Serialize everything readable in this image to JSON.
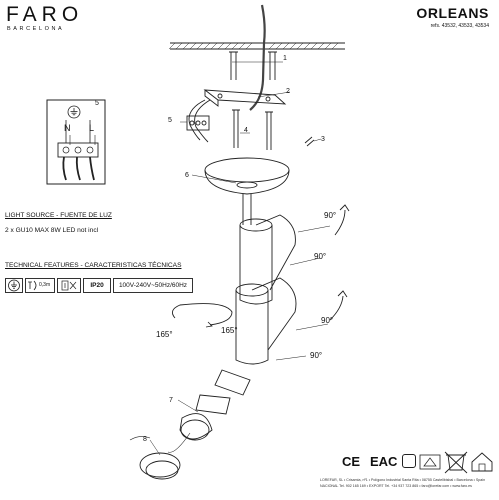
{
  "header": {
    "brand": "FARO",
    "brand_sub": "BARCELONA",
    "product": "ORLEANS",
    "refs": "refs. 43532, 43533, 43534"
  },
  "light_source": {
    "title": "LIGHT SOURCE - FUENTE DE LUZ",
    "text": "2 x GU10 MAX 8W LED not incl"
  },
  "technical": {
    "title": "TECHNICAL FEATURES - CARACTERISTICAS TÉCNICAS",
    "ip": "IP20",
    "voltage": "100V-240V~50Hz/60Hz",
    "distance": "0,3m"
  },
  "wiring": {
    "label_n": "N",
    "label_l": "L",
    "label_num": "5"
  },
  "parts": [
    "1",
    "2",
    "3",
    "4",
    "5",
    "6",
    "7",
    "8"
  ],
  "angles": [
    "90°",
    "90°",
    "90°",
    "90°",
    "165°",
    "165°"
  ],
  "certs": {
    "ce": "CE",
    "eac": "EAC"
  },
  "footer": {
    "line1": "LOREFAR, SL • Crisamia, nº1 • Polígono Industrial Santa Rita • 08755 Castellbisbal • Barcelona • Spain",
    "line2": "NACIONAL Tel. 902 165 169 • EXPORT Tel. +34 937 723 865 • faro@lorefar.com • www.faro.es"
  },
  "icons": [
    "ground-icon",
    "min-distance-icon",
    "no-dimmer-icon",
    "recycle-icon",
    "weee-bin-icon",
    "indoor-use-icon"
  ]
}
